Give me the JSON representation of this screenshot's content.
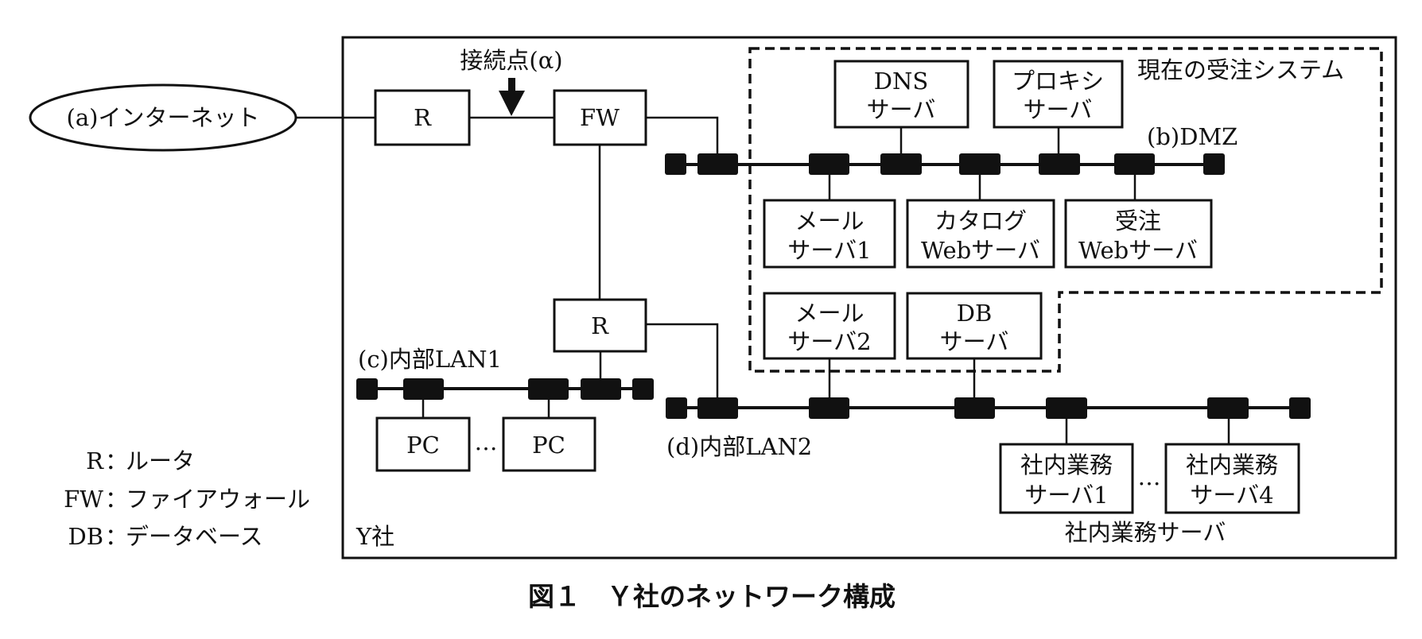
{
  "diagram": {
    "internet": "(a)インターネット",
    "connection_point": "接続点(α)",
    "router_top": "R",
    "firewall": "FW",
    "router_internal": "R",
    "company_label": "Y社",
    "current_system_label": "現在の受注システム",
    "dmz_label": "(b)DMZ",
    "lan1_label": "(c)内部LAN1",
    "lan2_label": "(d)内部LAN2",
    "dmz_top_servers": [
      {
        "line1": "DNS",
        "line2": "サーバ"
      },
      {
        "line1": "プロキシ",
        "line2": "サーバ"
      }
    ],
    "dmz_bottom_servers": [
      {
        "line1": "メール",
        "line2": "サーバ1"
      },
      {
        "line1": "カタログ",
        "line2": "Webサーバ"
      },
      {
        "line1": "受注",
        "line2": "Webサーバ"
      }
    ],
    "lan2_top_servers": [
      {
        "line1": "メール",
        "line2": "サーバ2"
      },
      {
        "line1": "DB",
        "line2": "サーバ"
      }
    ],
    "business_servers": [
      {
        "line1": "社内業務",
        "line2": "サーバ1"
      },
      {
        "line1": "社内業務",
        "line2": "サーバ4"
      }
    ],
    "business_group_label": "社内業務サーバ",
    "ellipsis": "…",
    "pcs": [
      "PC",
      "PC"
    ]
  },
  "legend": [
    {
      "abbr": "R",
      "sep": "：",
      "meaning": "ルータ"
    },
    {
      "abbr": "FW",
      "sep": "：",
      "meaning": "ファイアウォール"
    },
    {
      "abbr": "DB",
      "sep": "：",
      "meaning": "データベース"
    }
  ],
  "caption": "図１　Ｙ社のネットワーク構成"
}
